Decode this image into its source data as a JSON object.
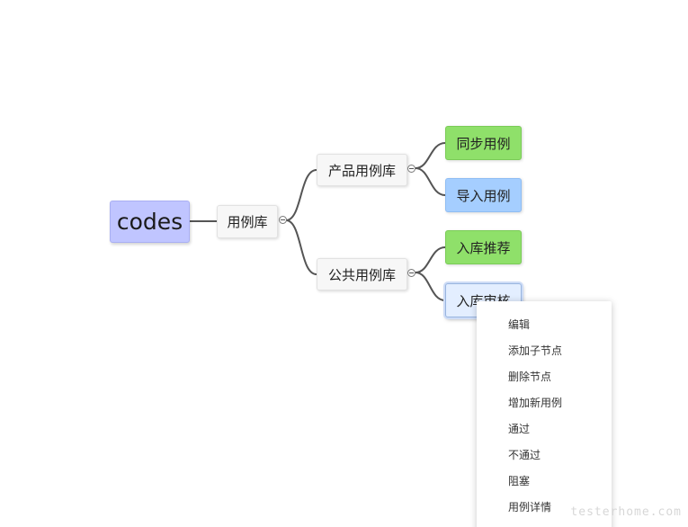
{
  "mindmap": {
    "root": {
      "label": "codes"
    },
    "level1": {
      "label": "用例库"
    },
    "branches": {
      "product": {
        "label": "产品用例库"
      },
      "public": {
        "label": "公共用例库"
      }
    },
    "leaves": {
      "sync": {
        "label": "同步用例"
      },
      "import": {
        "label": "导入用例"
      },
      "recommend": {
        "label": "入库推荐"
      },
      "review": {
        "label": "入库审核"
      }
    },
    "colors": {
      "root": "#c0c5ff",
      "green_leaf": "#8fe06a",
      "blue_leaf": "#a5ceff",
      "selected_leaf": "#e3eeff",
      "link": "#555555"
    }
  },
  "context_menu": {
    "items": [
      {
        "label": "编辑"
      },
      {
        "label": "添加子节点"
      },
      {
        "label": "删除节点"
      },
      {
        "label": "增加新用例"
      },
      {
        "label": "通过"
      },
      {
        "label": "不通过"
      },
      {
        "label": "阻塞"
      },
      {
        "label": "用例详情"
      }
    ]
  },
  "watermark": {
    "text": "testerhome.com"
  }
}
